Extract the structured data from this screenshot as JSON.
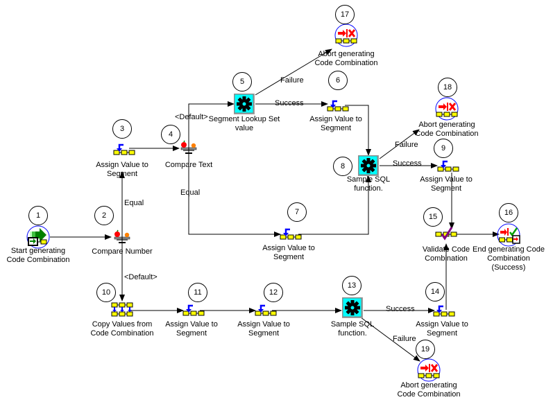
{
  "diagram": {
    "title": "Generate Code Combination workflow process",
    "colors": {
      "line": "#000000",
      "node_yellow": "#ffff00",
      "function_cyan": "#00ffff",
      "abort_red": "#ff0000",
      "start_green": "#008000",
      "assign_blue": "#0000ff",
      "validate_purple": "#800080",
      "ring_blue": "#0000ff"
    },
    "nodes": [
      {
        "id": "1",
        "label_lines": [
          "Start generating",
          "Code Combination"
        ],
        "type": "start"
      },
      {
        "id": "2",
        "label_lines": [
          "Compare Number"
        ],
        "type": "compare"
      },
      {
        "id": "3",
        "label_lines": [
          "Assign Value to",
          "Segment"
        ],
        "type": "assign"
      },
      {
        "id": "4",
        "label_lines": [
          "Compare Text"
        ],
        "type": "compare"
      },
      {
        "id": "5",
        "label_lines": [
          "Segment Lookup Set",
          "value"
        ],
        "type": "function"
      },
      {
        "id": "6",
        "label_lines": [
          "Assign Value to",
          "Segment"
        ],
        "type": "assign"
      },
      {
        "id": "7",
        "label_lines": [
          "Assign Value to",
          "Segment"
        ],
        "type": "assign"
      },
      {
        "id": "8",
        "label_lines": [
          "Sample SQL",
          "function."
        ],
        "type": "function"
      },
      {
        "id": "9",
        "label_lines": [
          "Assign Value to",
          "Segment"
        ],
        "type": "assign"
      },
      {
        "id": "10",
        "label_lines": [
          "Copy Values from",
          "Code Combination"
        ],
        "type": "copy"
      },
      {
        "id": "11",
        "label_lines": [
          "Assign Value to",
          "Segment"
        ],
        "type": "assign"
      },
      {
        "id": "12",
        "label_lines": [
          "Assign Value to",
          "Segment"
        ],
        "type": "assign"
      },
      {
        "id": "13",
        "label_lines": [
          "Sample SQL",
          "function."
        ],
        "type": "function"
      },
      {
        "id": "14",
        "label_lines": [
          "Assign Value to",
          "Segment"
        ],
        "type": "assign"
      },
      {
        "id": "15",
        "label_lines": [
          "Validate Code",
          "Combination"
        ],
        "type": "validate"
      },
      {
        "id": "16",
        "label_lines": [
          "End generating Code",
          "Combination",
          "(Success)"
        ],
        "type": "end"
      },
      {
        "id": "17",
        "label_lines": [
          "Abort generating",
          "Code Combination"
        ],
        "type": "abort"
      },
      {
        "id": "18",
        "label_lines": [
          "Abort generating",
          "Code Combination"
        ],
        "type": "abort"
      },
      {
        "id": "19",
        "label_lines": [
          "Abort generating",
          "Code Combination"
        ],
        "type": "abort"
      }
    ],
    "edges": [
      {
        "from": "1",
        "to": "2",
        "label": ""
      },
      {
        "from": "2",
        "to": "3",
        "label": "Equal"
      },
      {
        "from": "2",
        "to": "10",
        "label": "<Default>"
      },
      {
        "from": "3",
        "to": "4",
        "label": ""
      },
      {
        "from": "4",
        "to": "5",
        "label": "<Default>"
      },
      {
        "from": "4",
        "to": "7",
        "label": "Equal"
      },
      {
        "from": "5",
        "to": "17",
        "label": "Failure"
      },
      {
        "from": "5",
        "to": "6",
        "label": "Success"
      },
      {
        "from": "6",
        "to": "8",
        "label": ""
      },
      {
        "from": "7",
        "to": "8",
        "label": ""
      },
      {
        "from": "8",
        "to": "18",
        "label": "Failure"
      },
      {
        "from": "8",
        "to": "9",
        "label": "Success"
      },
      {
        "from": "9",
        "to": "15",
        "label": ""
      },
      {
        "from": "10",
        "to": "11",
        "label": ""
      },
      {
        "from": "11",
        "to": "12",
        "label": ""
      },
      {
        "from": "12",
        "to": "13",
        "label": ""
      },
      {
        "from": "13",
        "to": "14",
        "label": "Success"
      },
      {
        "from": "13",
        "to": "19",
        "label": "Failure"
      },
      {
        "from": "14",
        "to": "15",
        "label": ""
      },
      {
        "from": "15",
        "to": "16",
        "label": ""
      }
    ]
  }
}
